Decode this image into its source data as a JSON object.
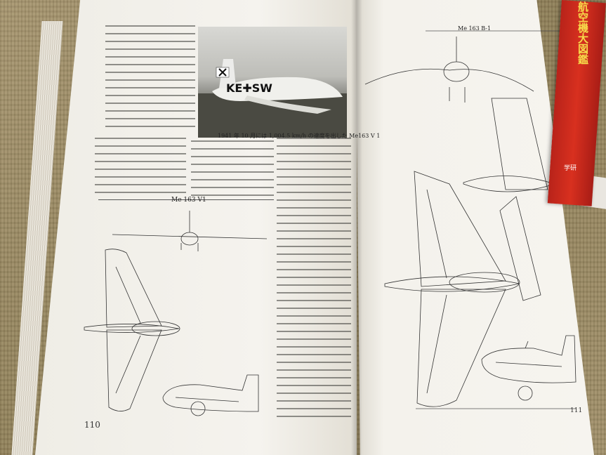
{
  "left_page": {
    "caption": "1941 年 10 月には 1,004.5 km/h の速度を出した Me163 V 1",
    "drawing_label": "Me 163 V1",
    "page_number": "110",
    "photo_marking": "KE✚SW"
  },
  "right_page": {
    "drawing_label": "Me 163 B-1",
    "page_number": "111"
  },
  "side_book": {
    "title": "航空機大図鑑",
    "publisher": "学研"
  }
}
